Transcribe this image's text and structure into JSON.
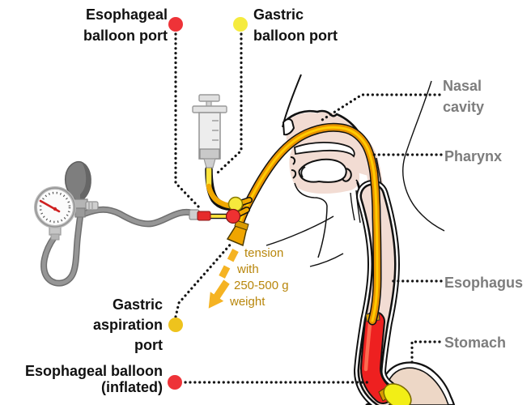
{
  "labels": {
    "esophageal_balloon_port": {
      "line1": "Esophageal",
      "line2": "balloon port"
    },
    "gastric_balloon_port": {
      "line1": "Gastric",
      "line2": "balloon port"
    },
    "nasal_cavity": {
      "line1": "Nasal",
      "line2": "cavity"
    },
    "pharynx": {
      "text": "Pharynx"
    },
    "esophagus": {
      "text": "Esophagus"
    },
    "stomach": {
      "text": "Stomach"
    },
    "gastric_aspiration_port": {
      "line1": "Gastric",
      "line2": "aspiration",
      "line3": "port"
    },
    "esophageal_balloon_inflated": {
      "line1": "Esophageal balloon",
      "line2": "(inflated)"
    }
  },
  "annotation": {
    "line1": "tension",
    "line2": "with",
    "line3": "250-500 g",
    "line4": "weight"
  },
  "icons": {
    "syringe": "syringe-icon",
    "sphygmomanometer": "pressure-bulb-gauge-icon",
    "tension_arrow": "dashed-down-left-arrow-icon"
  },
  "colors": {
    "tube_orange": "#F0A202",
    "tube_highlight": "#FFCB00",
    "balloon_red": "#EE2020",
    "balloon_red_highlight": "#FC6B50",
    "gastric_balloon_yellow": "#F2EE16",
    "port_dot_red": "#EE3338",
    "port_dot_yellow": "#F5EB3E",
    "aspiration_dot_gold": "#EEC31D",
    "anatomy_pink": "#F2DCD3",
    "stomach_pink": "#EDD7C6",
    "label_gray": "#7D7D7D",
    "annotation_gold": "#B8860B",
    "device_gray": "#8A8A8A",
    "leader_dot_black": "#151515"
  }
}
